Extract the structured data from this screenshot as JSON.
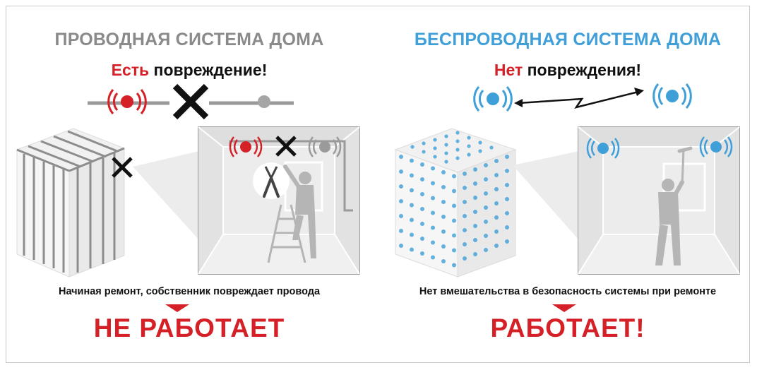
{
  "left": {
    "title": "ПРОВОДНАЯ СИСТЕМА ДОМА",
    "status_accent": "Есть",
    "status_rest": " повреждение!",
    "caption": "Начиная ремонт, собственник повреждает провода",
    "verdict": "НЕ РАБОТАЕТ"
  },
  "right": {
    "title": "БЕСПРОВОДНАЯ СИСТЕМА ДОМА",
    "status_accent": "Нет",
    "status_rest": " повреждения!",
    "caption": "Нет вмешательства в безопасность системы при ремонте",
    "verdict": "РАБОТАЕТ!"
  },
  "colors": {
    "accent_red": "#d62027",
    "wireless_blue": "#3f9fd9",
    "wired_gray": "#8a8a8a",
    "figure_gray": "#b5b5b5"
  },
  "icons": [
    "signal-sensor-icon",
    "cross-icon",
    "pliers-icon",
    "painter-figure-icon",
    "worker-on-ladder-icon",
    "zigzag-arrow-icon"
  ]
}
